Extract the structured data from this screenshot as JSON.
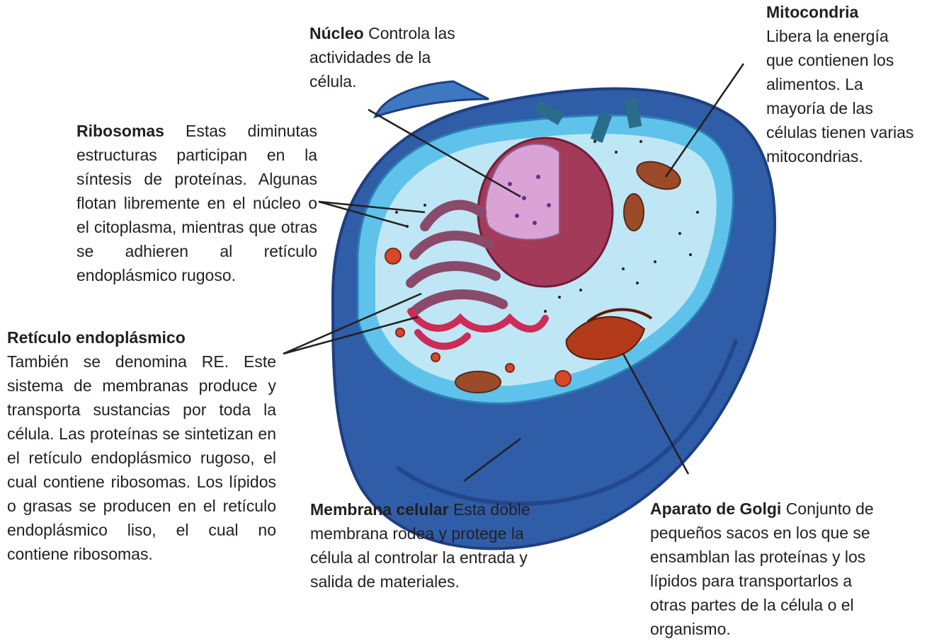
{
  "labels": {
    "nucleo": {
      "term": "Núcleo",
      "text": "Controla las actividades de la célula."
    },
    "mitocondria": {
      "term": "Mitocondria",
      "text": "Libera la energía que contienen los alimentos. La mayoría de las células tienen varias mitocondrias."
    },
    "ribosomas": {
      "term": "Ribosomas",
      "text": "Estas diminutas estructuras participan en la síntesis de proteínas. Algunas flotan libremente en el núcleo o el citoplasma, mientras que otras se adhieren al retículo endoplásmico rugoso."
    },
    "reticulo": {
      "term": "Retículo endoplásmico",
      "text": "También se denomina RE. Este sistema de membranas produce y transporta sustancias por toda la célula. Las proteínas se sintetizan en el retículo endoplásmico rugoso, el cual contiene ribosomas. Los lípidos o grasas se producen en el retículo endoplásmico liso, el cual no contiene ribosomas."
    },
    "membrana": {
      "term": "Membrana celular",
      "text": "Esta doble membrana rodea y protege la célula al controlar la entrada y salida de materiales."
    },
    "golgi": {
      "term": "Aparato de Golgi",
      "text": "Conjunto de pequeños sacos en los que se ensamblan las proteínas y los lípidos para transportarlos a otras partes de la célula o el organismo."
    }
  },
  "colors": {
    "outer_membrane": "#2f5da8",
    "outer_membrane_dark": "#1e3f80",
    "cytoplasm_rim": "#5fc2ea",
    "cytoplasm": "#bfe6f5",
    "nucleus_inner": "#d9a3d6",
    "nucleus_outer": "#a33a5a",
    "reticulum": "#8a4a6a",
    "smooth_er": "#cc2c56",
    "mitochondria": "#9b4a2a",
    "golgi": "#b33a1a",
    "leader_line": "#231f20"
  }
}
